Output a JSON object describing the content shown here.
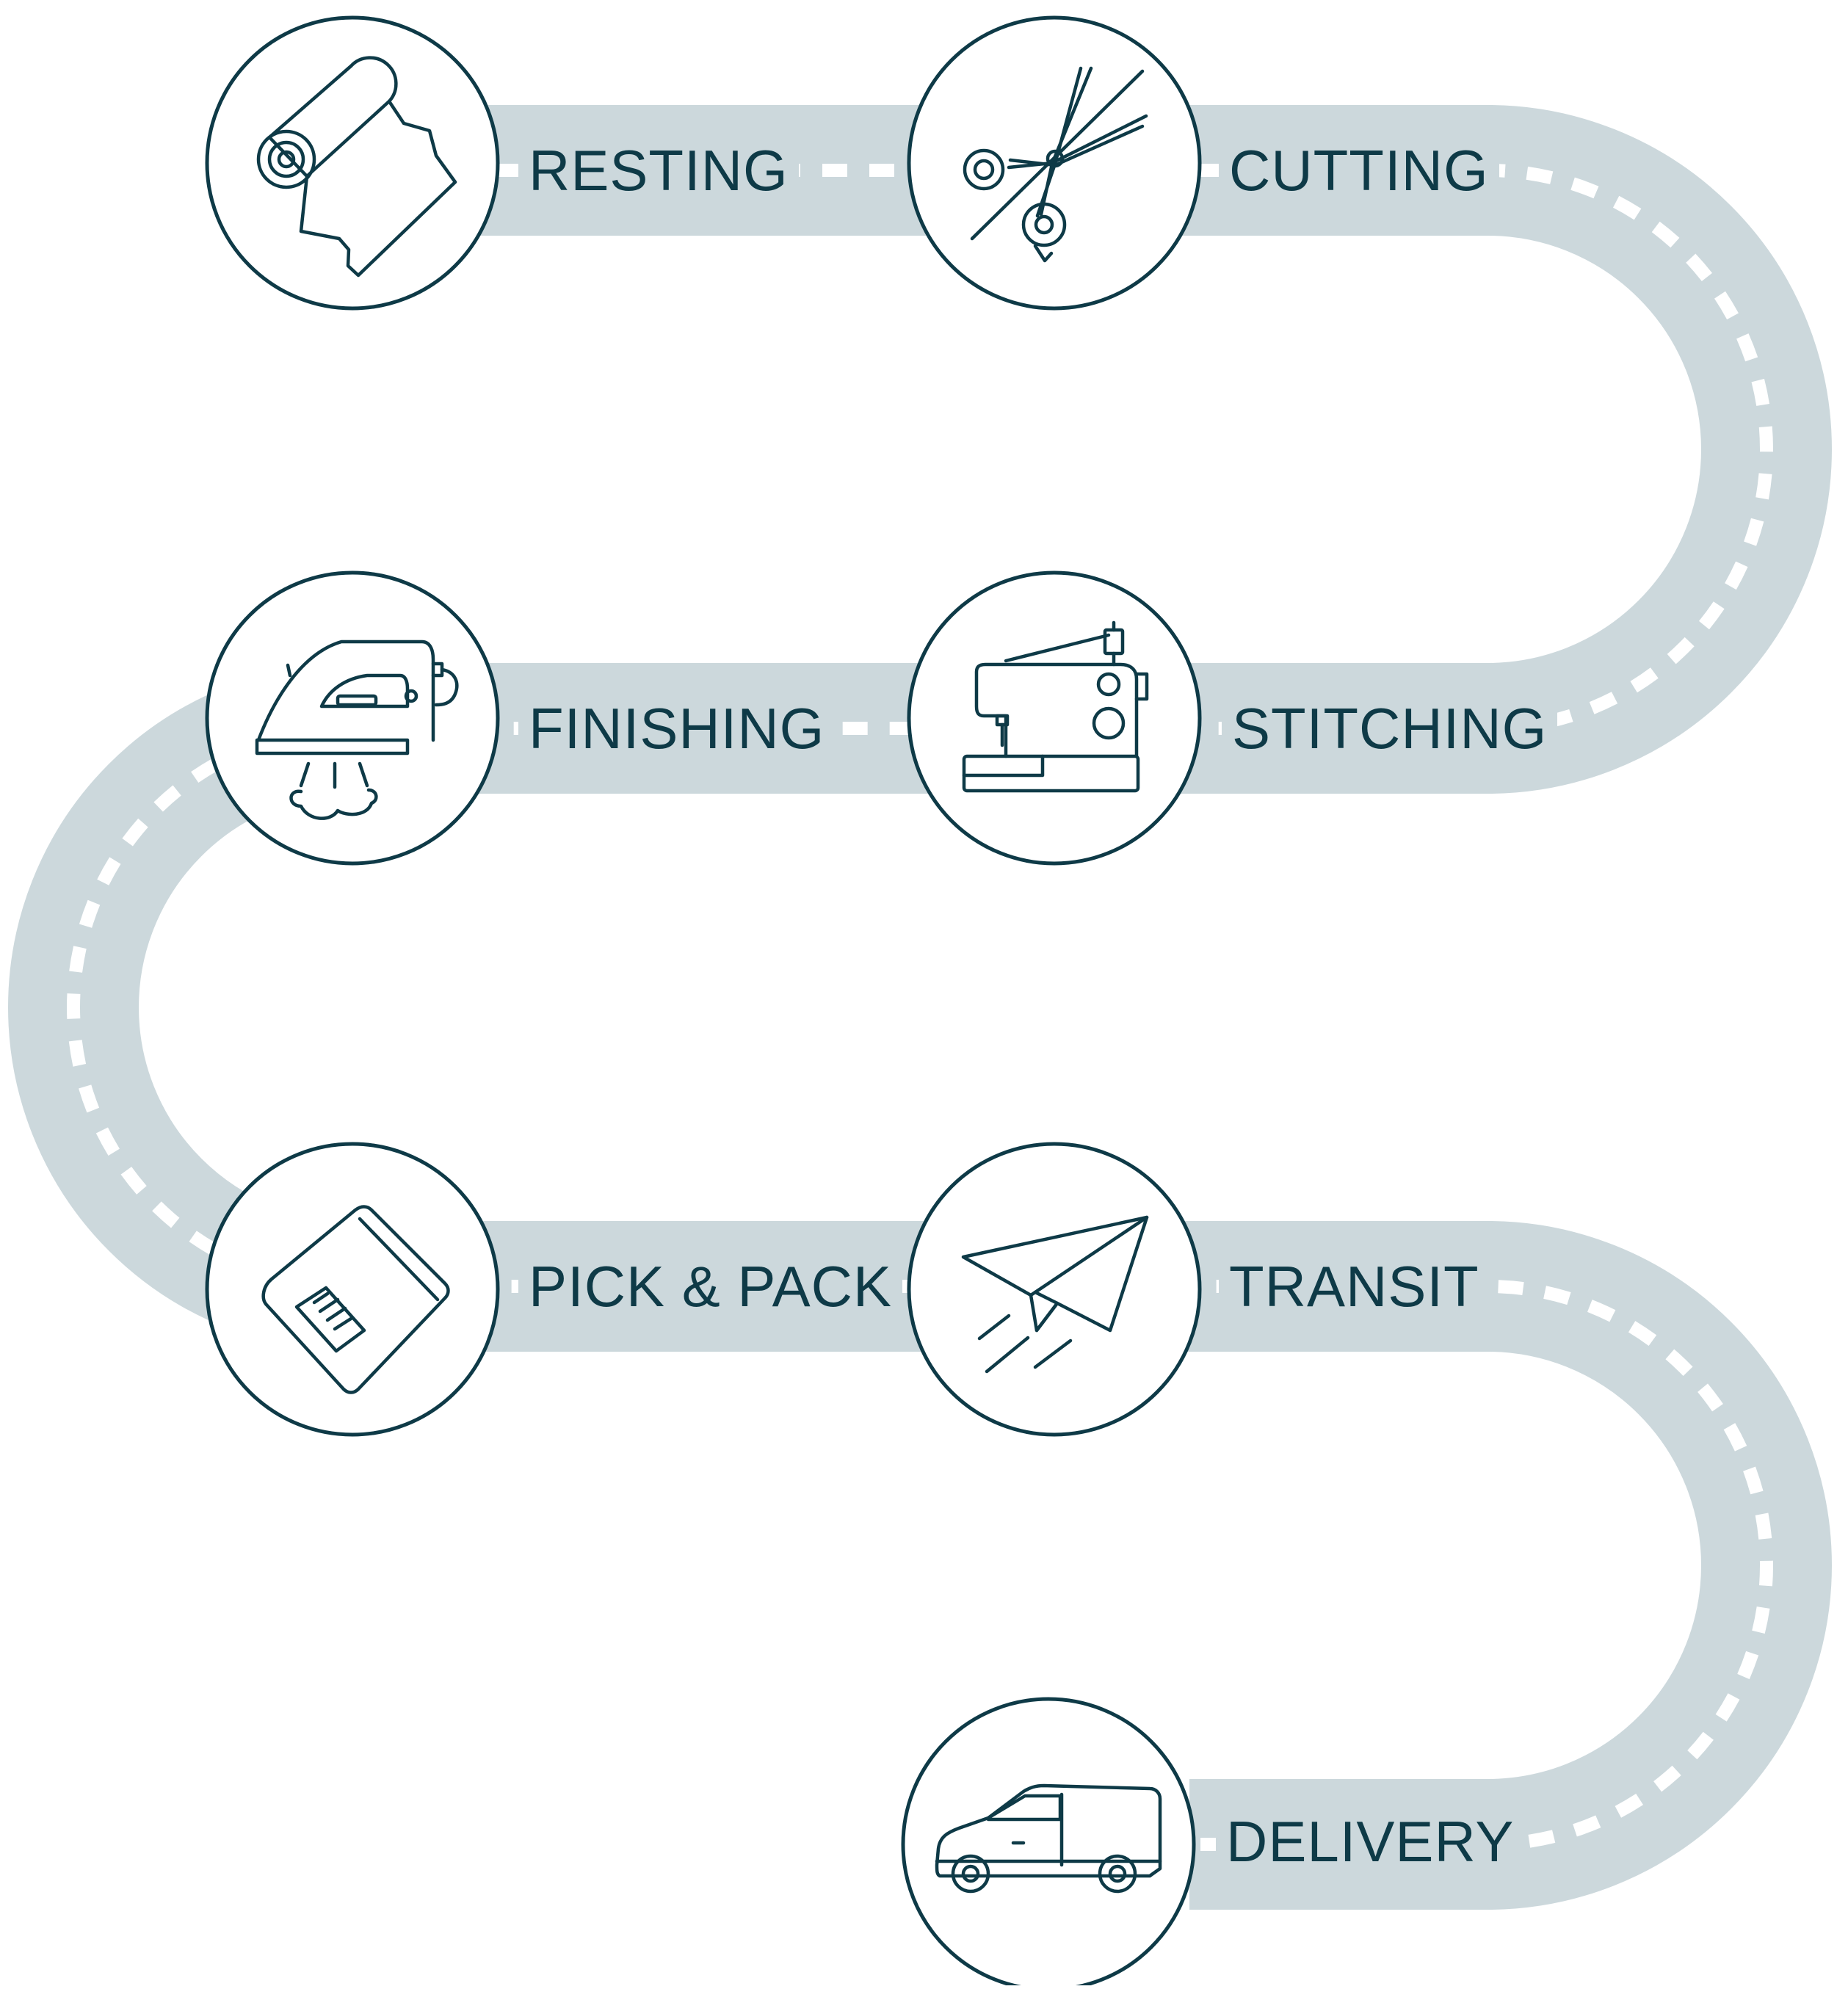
{
  "colors": {
    "road": "#ccd8dc",
    "dash": "#ffffff",
    "ink": "#0e3a47",
    "circle_fill": "#ffffff"
  },
  "steps": [
    {
      "label": "RESTING",
      "icon": "fabric-roll-icon"
    },
    {
      "label": "CUTTING",
      "icon": "scissors-icon"
    },
    {
      "label": "STITCHING",
      "icon": "sewing-machine-icon"
    },
    {
      "label": "FINISHING",
      "icon": "iron-icon"
    },
    {
      "label": "PICK & PACK",
      "icon": "package-icon"
    },
    {
      "label": "TRANSIT",
      "icon": "paper-plane-icon"
    },
    {
      "label": "DELIVERY",
      "icon": "delivery-van-icon"
    }
  ]
}
